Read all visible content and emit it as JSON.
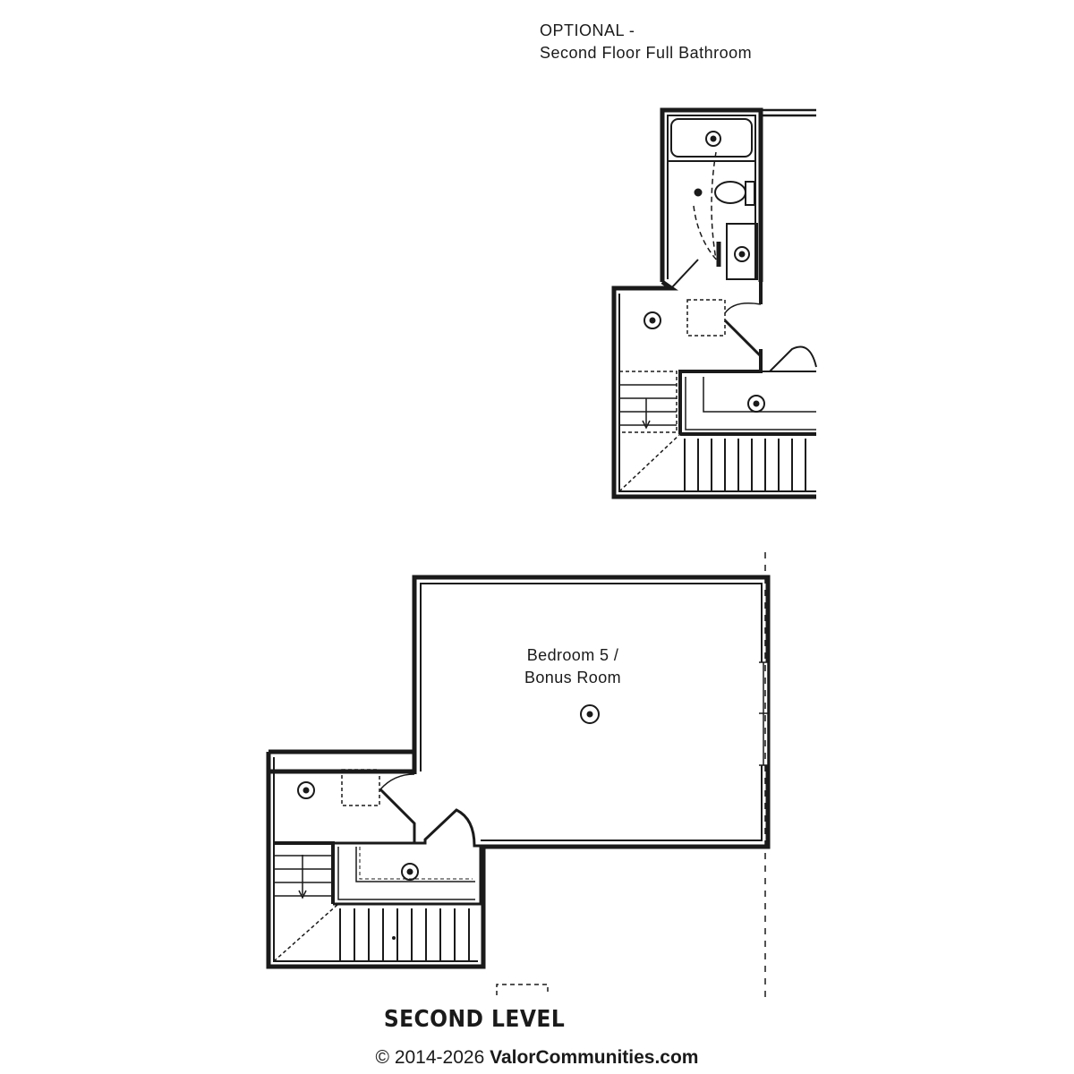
{
  "optional": {
    "line1": "OPTIONAL -",
    "line2": "Second Floor Full Bathroom"
  },
  "main_plan": {
    "room_line1": "Bedroom 5 /",
    "room_line2": "Bonus Room"
  },
  "level_title": "SECOND LEVEL",
  "footer": {
    "copyright": "© 2014-2026",
    "brand": "ValorCommunities.com"
  },
  "colors": {
    "wall": "#1a1a1a",
    "background": "#ffffff"
  }
}
